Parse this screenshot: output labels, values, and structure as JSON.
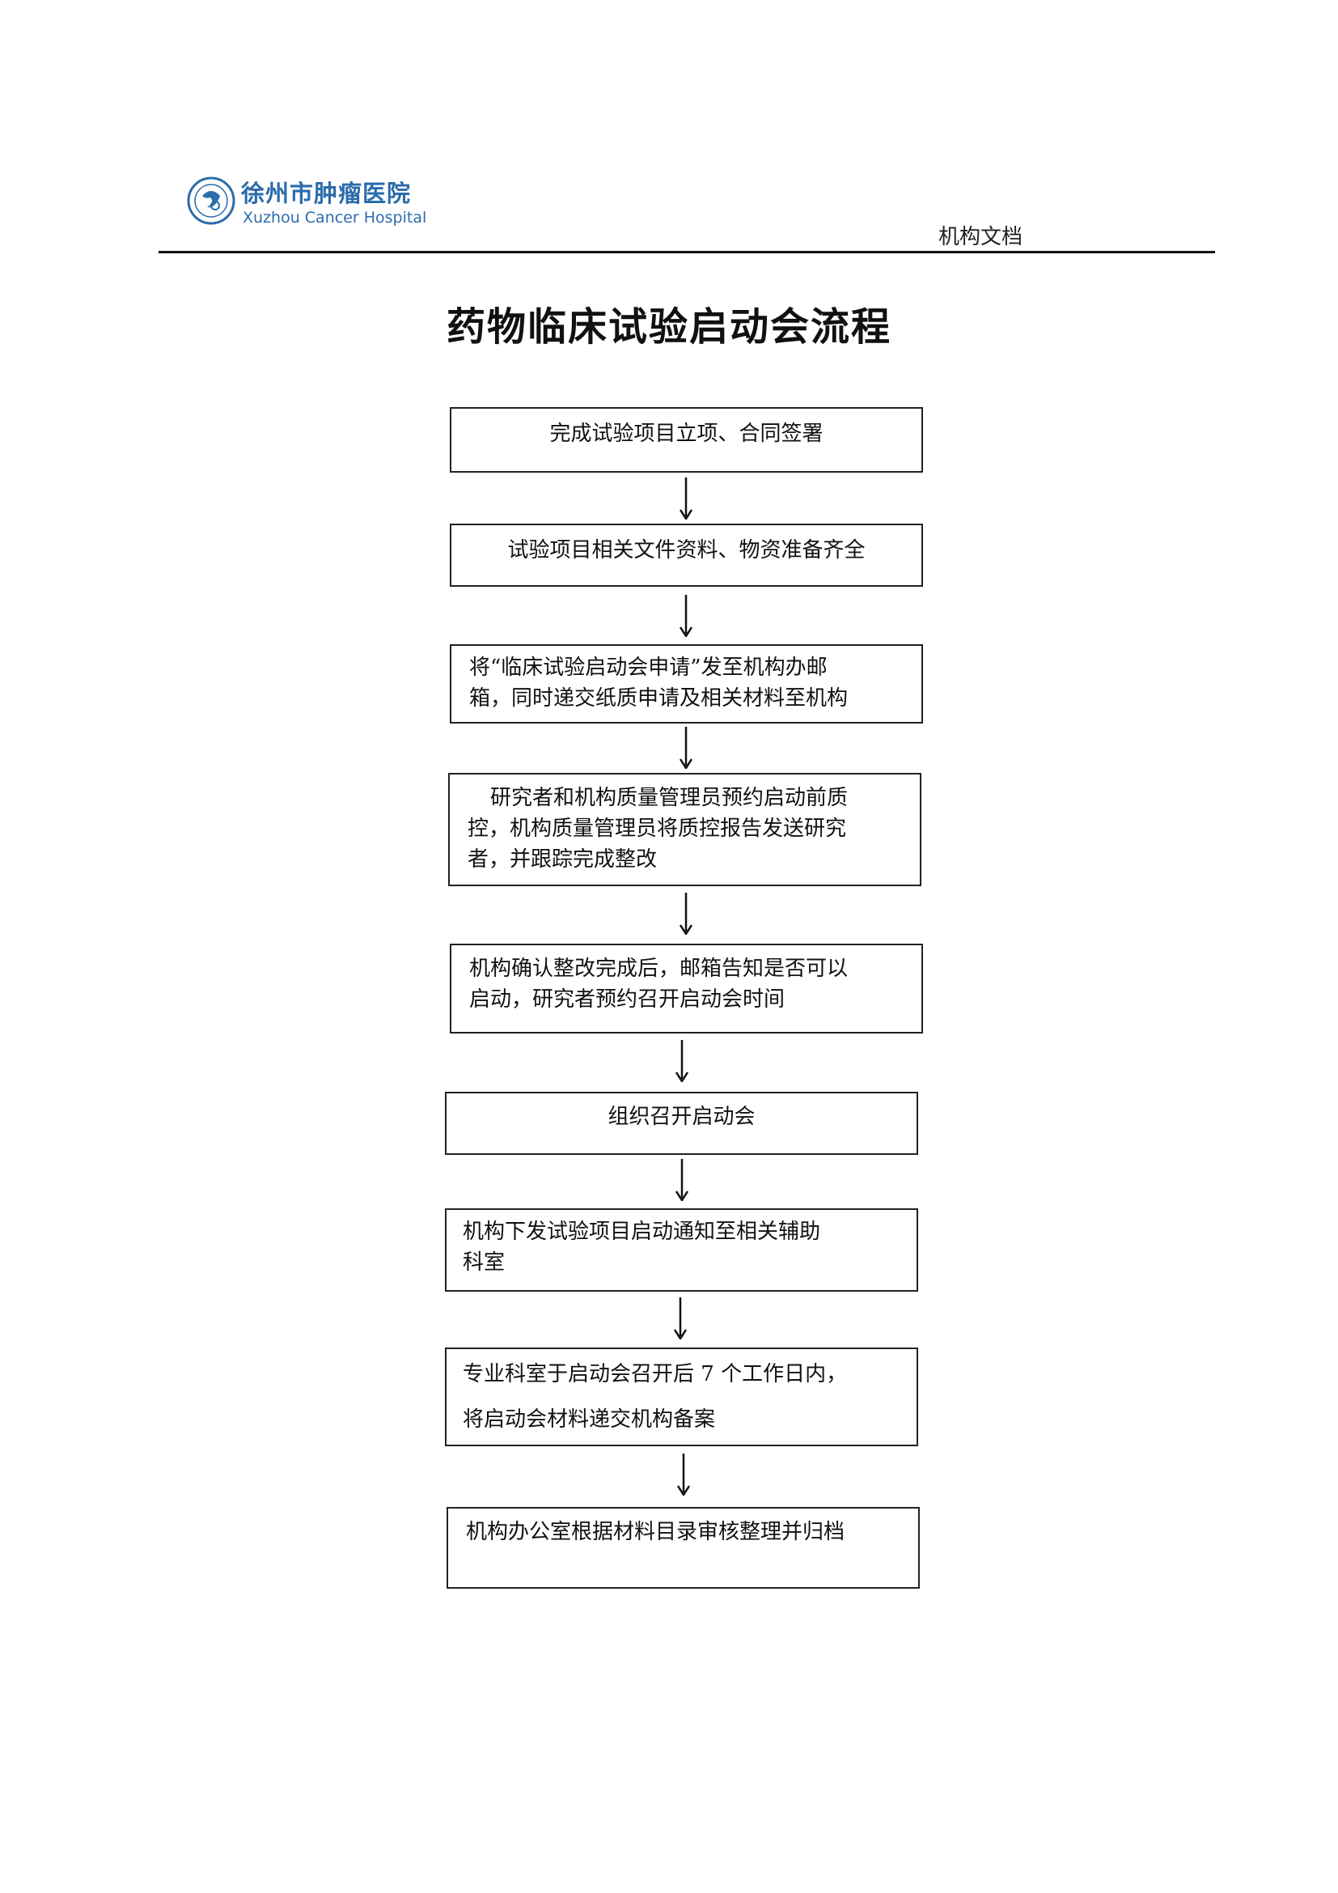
{
  "header": {
    "logo_cn": "徐州市肿瘤医院",
    "logo_en": "Xuzhou Cancer Hospital",
    "doc_label": "机构文档"
  },
  "title": "药物临床试验启动会流程",
  "steps": [
    {
      "lines": [
        "完成试验项目立项、合同签署"
      ]
    },
    {
      "lines": [
        "试验项目相关文件资料、物资准备齐全"
      ]
    },
    {
      "lines": [
        "将“临床试验启动会申请”发至机构办邮",
        "箱，同时递交纸质申请及相关材料至机构"
      ]
    },
    {
      "lines": [
        "研究者和机构质量管理员预约启动前质",
        "控，机构质量管理员将质控报告发送研究",
        "者，并跟踪完成整改"
      ]
    },
    {
      "lines": [
        "机构确认整改完成后，邮箱告知是否可以",
        "启动，研究者预约召开启动会时间"
      ]
    },
    {
      "lines": [
        "组织召开启动会"
      ]
    },
    {
      "lines": [
        "机构下发试验项目启动通知至相关辅助",
        "科室"
      ]
    },
    {
      "lines": [
        "专业科室于启动会召开后 7 个工作日内，",
        "将启动会材料递交机构备案"
      ]
    },
    {
      "lines": [
        "机构办公室根据材料目录审核整理并归档"
      ]
    }
  ],
  "colors": {
    "logo_blue": "#2b6cab",
    "border": "#222222"
  }
}
